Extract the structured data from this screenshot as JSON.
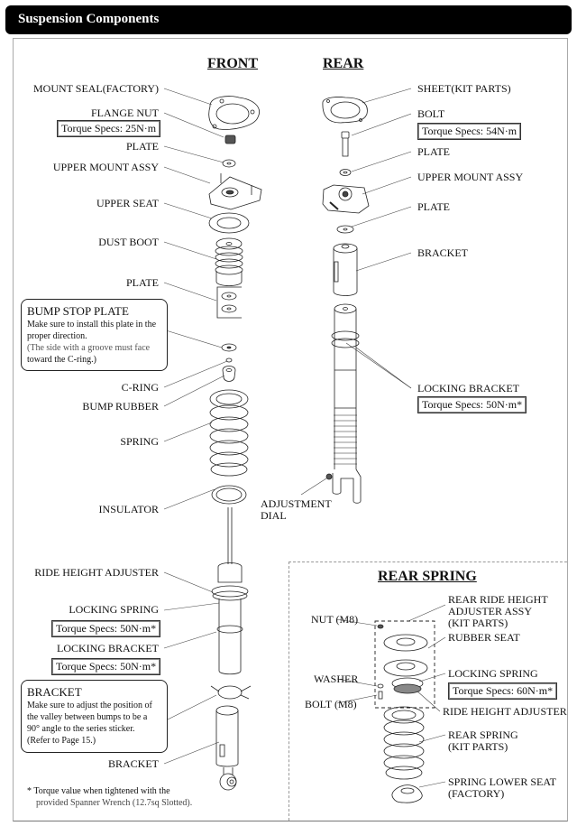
{
  "title": "Suspension Components",
  "front": {
    "heading": "FRONT",
    "labels": {
      "mount_seal": "MOUNT SEAL(FACTORY)",
      "flange_nut": "FLANGE NUT",
      "flange_nut_torque": "Torque Specs: 25N·m",
      "plate1": "PLATE",
      "upper_mount": "UPPER MOUNT ASSY",
      "upper_seat": "UPPER SEAT",
      "dust_boot": "DUST BOOT",
      "plate2": "PLATE",
      "c_ring": "C-RING",
      "bump_rubber": "BUMP RUBBER",
      "spring": "SPRING",
      "insulator": "INSULATOR",
      "ride_height_adjuster": "RIDE HEIGHT ADJUSTER",
      "locking_spring": "LOCKING SPRING",
      "locking_spring_torque": "Torque Specs: 50N·m*",
      "locking_bracket": "LOCKING BRACKET",
      "locking_bracket_torque": "Torque Specs: 50N·m*",
      "bracket": "BRACKET"
    },
    "bump_stop_note": {
      "title": "BUMP STOP PLATE",
      "line1": "Make sure to install this plate in the",
      "line2": "proper direction.",
      "line3": "(The side with a groove must face",
      "line4": "toward the C-ring.)"
    },
    "bracket_note": {
      "title": "BRACKET",
      "line1": "Make sure to adjust the position of",
      "line2": "the valley between bumps to be a",
      "line3": "90° angle to the series sticker.",
      "line4": "(Refer to Page 15.)"
    }
  },
  "rear": {
    "heading": "REAR",
    "labels": {
      "sheet": "SHEET(KIT PARTS)",
      "bolt": "BOLT",
      "bolt_torque": "Torque Specs: 54N·m",
      "plate1": "PLATE",
      "upper_mount": "UPPER MOUNT ASSY",
      "plate2": "PLATE",
      "bracket": "BRACKET",
      "locking_bracket": "LOCKING BRACKET",
      "locking_bracket_torque": "Torque Specs: 50N·m*",
      "adjustment_dial_1": "ADJUSTMENT",
      "adjustment_dial_2": "DIAL"
    }
  },
  "rear_spring": {
    "heading": "REAR SPRING",
    "labels": {
      "assy_1": "REAR RIDE HEIGHT",
      "assy_2": "ADJUSTER ASSY",
      "assy_3": "(KIT PARTS)",
      "nut": "NUT (M8)",
      "rubber_seat": "RUBBER SEAT",
      "washer": "WASHER",
      "locking_spring": "LOCKING SPRING",
      "locking_spring_torque": "Torque Specs: 60N·m*",
      "bolt": "BOLT (M8)",
      "ride_height_adjuster": "RIDE HEIGHT ADJUSTER",
      "rear_spring_1": "REAR SPRING",
      "rear_spring_2": "(KIT PARTS)",
      "lower_seat_1": "SPRING LOWER SEAT",
      "lower_seat_2": "(FACTORY)"
    }
  },
  "footnote": {
    "line1": "* Torque value when tightened with the",
    "line2": "provided Spanner Wrench (12.7sq Slotted)."
  }
}
